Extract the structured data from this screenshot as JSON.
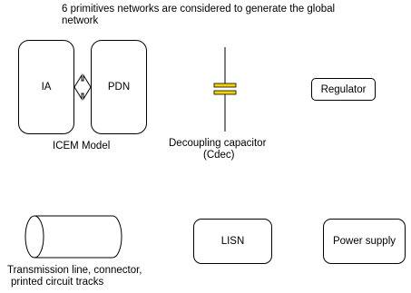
{
  "header": {
    "line1": "6 primitives networks are considered to generate the global",
    "line2": "network"
  },
  "icem": {
    "ia_label": "IA",
    "pdn_label": "PDN",
    "caption": "ICEM Model"
  },
  "decap": {
    "caption_line1": "Decoupling capacitor",
    "caption_line2": "(Cdec)",
    "accent_color": "#f2d200"
  },
  "regulator": {
    "label": "Regulator"
  },
  "transmission": {
    "caption_line1": "Transmission line, connector,",
    "caption_line2": "printed circuit tracks"
  },
  "lisn": {
    "label": "LISN"
  },
  "power_supply": {
    "label": "Power supply"
  }
}
